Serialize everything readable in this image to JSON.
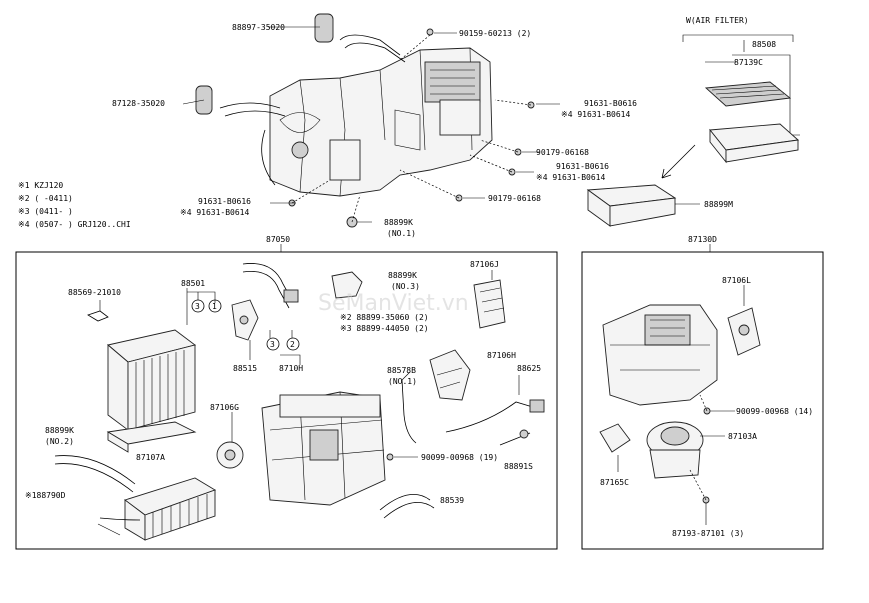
{
  "watermark": "SeManViet.vn",
  "notes": [
    "※1 KZJ120",
    "※2 (     -0411)",
    "※3 (0411-     )",
    "※4 (0507-     ) GRJ120..CHI"
  ],
  "air_filter_label": "W(AIR FILTER)",
  "parts_top": {
    "p88897": "88897-35020",
    "p87128": "87128-35020",
    "p90159": "90159-60213 (2)",
    "p91631a": "91631-B0616",
    "p91631a4": "※4 91631-B0614",
    "p90179a": "90179-06168",
    "p91631b": "91631-B0616",
    "p91631b4": "※4 91631-B0614",
    "p91631c": "91631-B0616",
    "p91631c4": "※4 91631-B0614",
    "p90179b": "90179-06168",
    "p88899k": "88899K",
    "p88899k_no": "(NO.1)",
    "p88508": "88508",
    "p87139c": "87139C",
    "p88899m": "88899M"
  },
  "parts_left_box": {
    "header": "87050",
    "p88569": "88569-21010",
    "p88501": "88501",
    "p88515": "88515",
    "p87108h": "8710H",
    "p88899k3": "88899K",
    "p88899k3_no": "(NO.3)",
    "p88899_35060": "※2 88899-35060 (2)",
    "p88899_44050": "※3 88899-44050 (2)",
    "p87106j": "87106J",
    "p87106h": "87106H",
    "p88578b": "88578B",
    "p88578b_no": "(NO.1)",
    "p88625": "88625",
    "p88899k2": "88899K",
    "p88899k2_no": "(NO.2)",
    "p87106g": "87106G",
    "p87107a": "87107A",
    "p90099": "90099-00968 (19)",
    "p88891s": "88891S",
    "p188790d": "※188790D",
    "p88539": "88539",
    "circle_3a": "3",
    "circle_1": "1",
    "circle_3b": "3",
    "circle_2": "2"
  },
  "parts_right_box": {
    "header": "87130D",
    "p87106l": "87106L",
    "p90099b": "90099-00968 (14)",
    "p87103a": "87103A",
    "p87165c": "87165C",
    "p87193": "87193-87101 (3)"
  }
}
